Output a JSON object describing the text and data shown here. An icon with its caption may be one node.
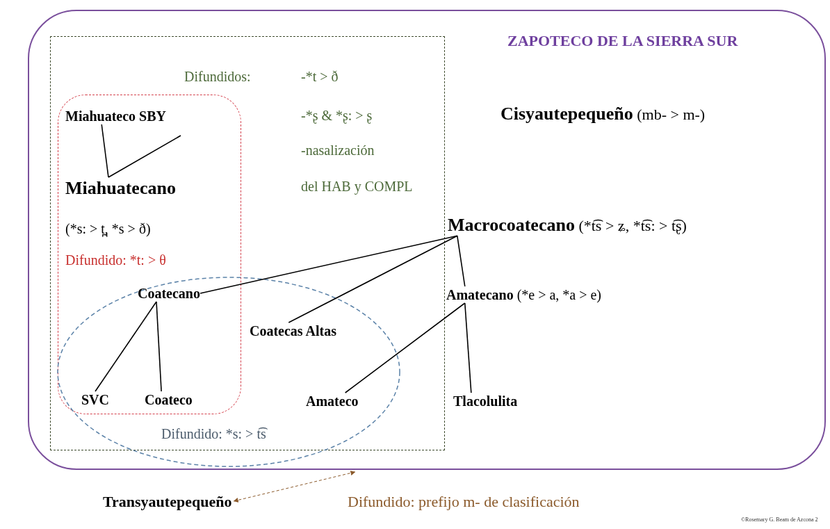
{
  "diagram": {
    "nodes": [
      {
        "text": [
          "ZAPOTECO DE LA SIERRA SUR"
        ]
      },
      {
        "text": [
          "Difundidos:",
          "-*t > ð",
          "-*ʂ & *ʂ: > ʂ",
          "-nasalización",
          "del HAB y COMPL"
        ],
        "in": 0
      },
      {
        "text": [
          "Difundido: *t: > θ"
        ],
        "in": 1
      },
      {
        "text": [
          "Difundido: *s: > t͡s"
        ],
        "in": 0
      },
      {
        "text": [
          "Miahuateco SBY"
        ],
        "in": 2
      },
      {
        "text": [
          "Miahuatecano"
        ],
        "beside": [
          "(*s: > t̪, *s > ð)"
        ],
        "in": 2
      },
      {
        "text": [
          "**Cisyautepequeño** (mb- > m-)"
        ],
        "in": 0
      },
      {
        "text": [
          "**Macrocoatecano** (*t͡s > ʑ, *t͡s: > t͡ʂ)"
        ],
        "in": 0
      },
      {
        "text": [
          "Coatecano"
        ]
      },
      {
        "text": [
          "Coatecas Altas"
        ],
        "in": 3
      },
      {
        "text": [
          "**Amatecano** (*e > a, *a > e)"
        ],
        "in": 0
      },
      {
        "text": [
          "SVC"
        ]
      },
      {
        "text": [
          "Coateco"
        ]
      },
      {
        "text": [
          "Amateco"
        ],
        "in": 3
      },
      {
        "text": [
          "Tlacolulita"
        ],
        "in": 0
      },
      {
        "text": [
          "Transyautepequeño"
        ]
      },
      {
        "text": [
          "Difundido: prefijo m- de clasificación"
        ]
      }
    ],
    "edges": [
      {
        "from": 5,
        "to": 4,
        "arrow": "none"
      },
      {
        "from": 5,
        "to": null,
        "arrow": "none"
      },
      {
        "from": 7,
        "to": 8,
        "arrow": "none"
      },
      {
        "from": 7,
        "to": 9,
        "arrow": "none"
      },
      {
        "from": 7,
        "to": 10,
        "arrow": "none"
      },
      {
        "from": 8,
        "to": 11,
        "arrow": "none"
      },
      {
        "from": 8,
        "to": 12,
        "arrow": "none"
      },
      {
        "from": 10,
        "to": 13,
        "arrow": "none"
      },
      {
        "from": 10,
        "to": 14,
        "arrow": "none"
      },
      {
        "from": 15,
        "to": 0,
        "arrow": "both",
        "style": "dashed",
        "color": "#8b5a2b"
      }
    ],
    "labels": [
      "©Rosemary G. Beam de Azcona 2"
    ]
  }
}
